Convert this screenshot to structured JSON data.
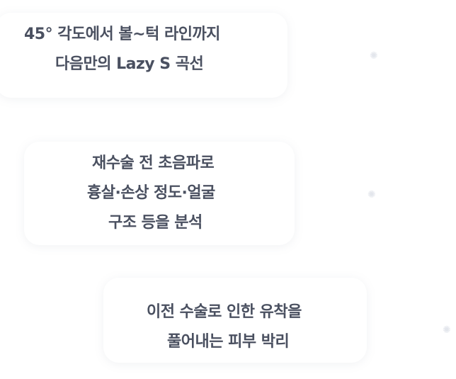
{
  "features": [
    {
      "lines": [
        "45° 각도에서 볼~턱 라인까지",
        "다음만의 Lazy S 곡선"
      ]
    },
    {
      "lines": [
        "재수술 전 초음파로",
        "흉살·손상 정도·얼굴",
        "구조 등을 분석"
      ]
    },
    {
      "lines": [
        "이전 수술로 인한 유착을",
        "풀어내는 피부 박리"
      ]
    }
  ],
  "decorations": {
    "sparkle_icon": "sparkle-icon"
  }
}
